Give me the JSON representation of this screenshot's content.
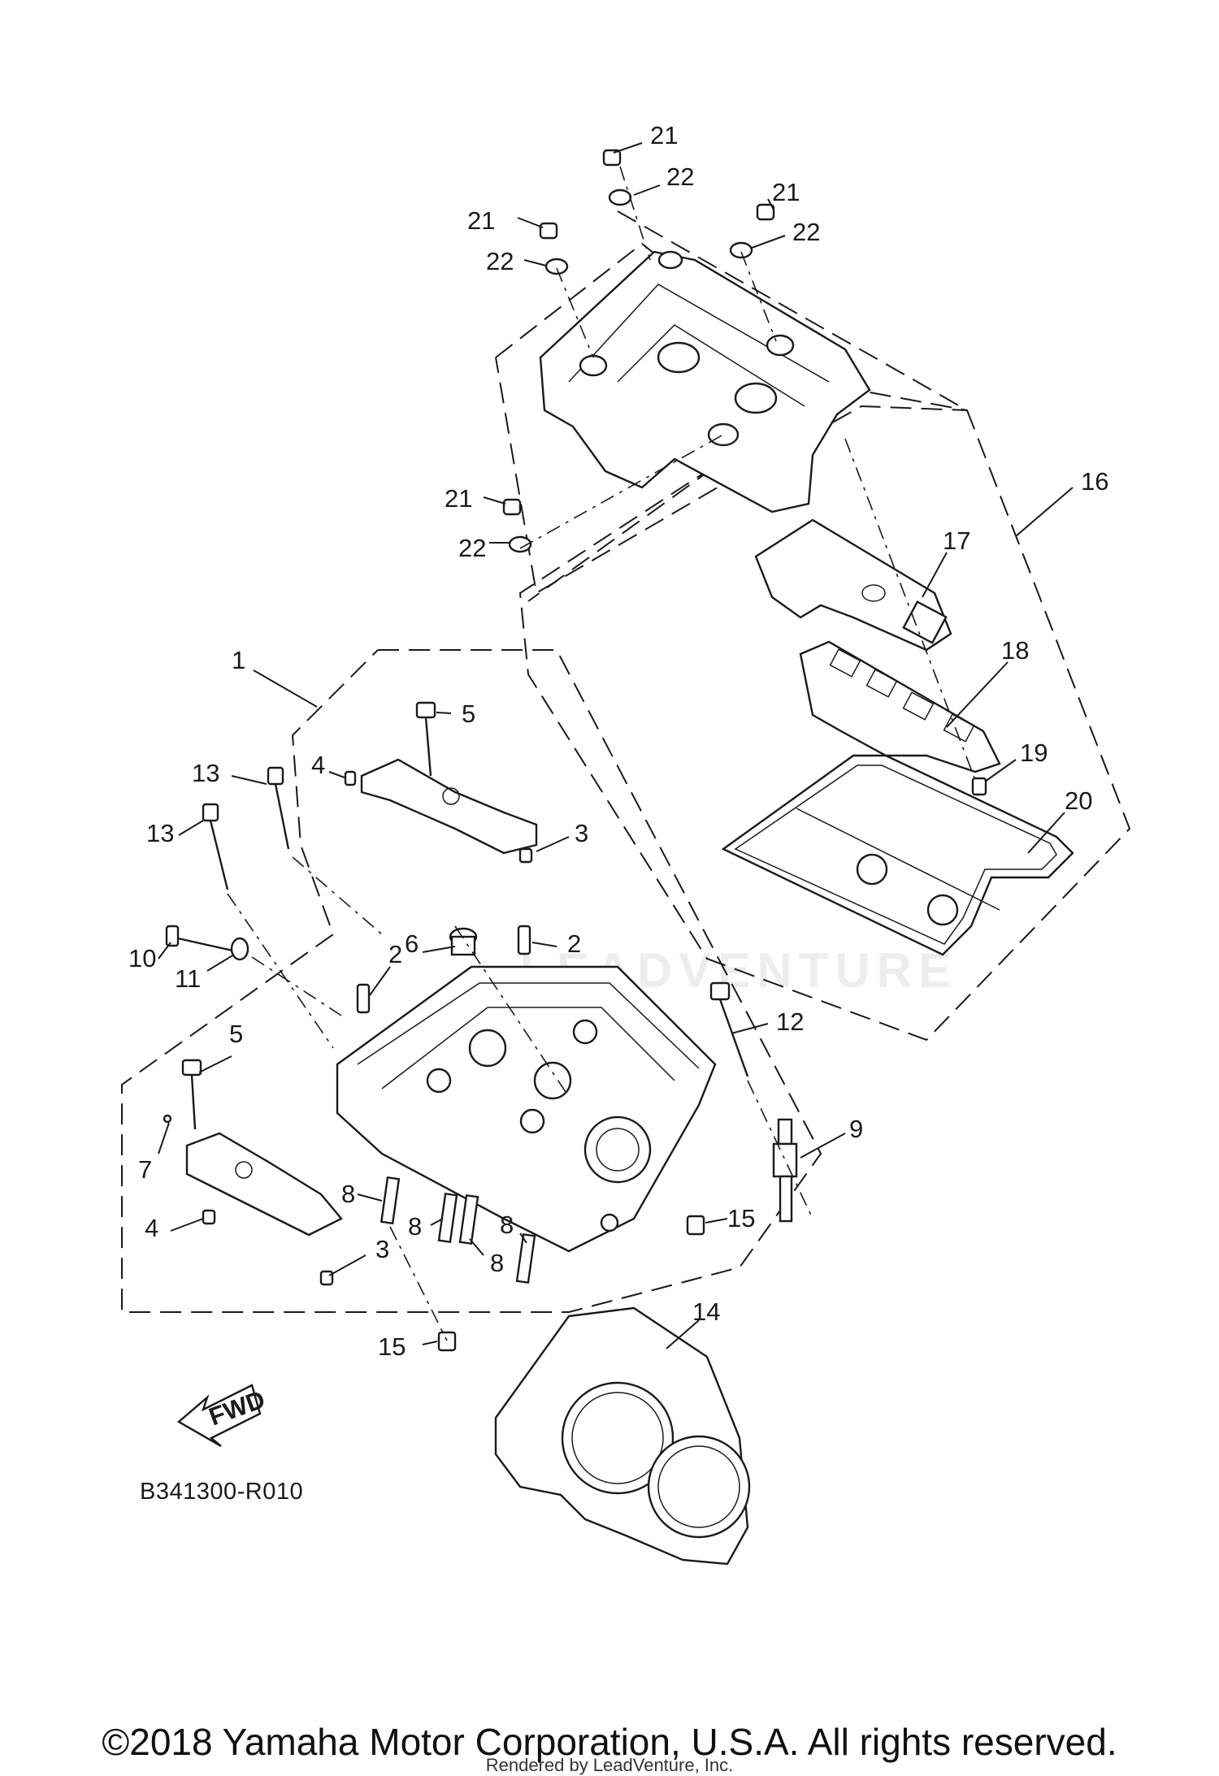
{
  "diagram": {
    "code": "B341300-R010",
    "fwd_label": "FWD",
    "watermark": "LEADVENTURE",
    "callouts": [
      "21",
      "22",
      "21",
      "22",
      "21",
      "22",
      "21",
      "22",
      "16",
      "17",
      "18",
      "19",
      "20",
      "1",
      "5",
      "4",
      "13",
      "13",
      "3",
      "6",
      "2",
      "10",
      "11",
      "2",
      "12",
      "5",
      "7",
      "4",
      "3",
      "8",
      "8",
      "8",
      "8",
      "15",
      "9",
      "15",
      "14"
    ]
  },
  "footer": {
    "copyright": "©2018 Yamaha Motor Corporation, U.S.A. All rights reserved.",
    "render_credit": "Rendered by LeadVenture, Inc."
  }
}
